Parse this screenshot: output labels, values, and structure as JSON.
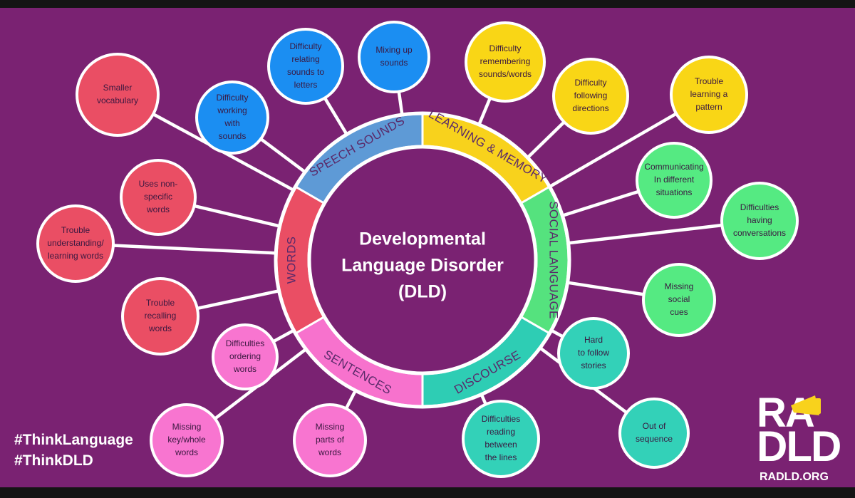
{
  "center_title": [
    "Developmental",
    "Language Disorder",
    "(DLD)"
  ],
  "segments": [
    {
      "label": "SPEECH SOUNDS",
      "color": "#5e9ad6"
    },
    {
      "label": "LEARNING & MEMORY",
      "color": "#f8d21c"
    },
    {
      "label": "SOCIAL LANGUAGE",
      "color": "#55e27e"
    },
    {
      "label": "DISCOURSE",
      "color": "#2ecdb4"
    },
    {
      "label": "SENTENCES",
      "color": "#f772cd"
    },
    {
      "label": "WORDS",
      "color": "#ea4e64"
    }
  ],
  "leaves": [
    {
      "label": "Difficulty relating sounds to letters",
      "lines": [
        "Difficulty",
        "relating",
        "sounds to",
        "letters"
      ],
      "group": "speech-sounds",
      "color": "#1b8ef2"
    },
    {
      "label": "Mixing up sounds",
      "lines": [
        "Mixing up",
        "sounds"
      ],
      "group": "speech-sounds",
      "color": "#1b8ef2"
    },
    {
      "label": "Difficulty working with sounds",
      "lines": [
        "Difficulty",
        "working",
        "with",
        "sounds"
      ],
      "group": "speech-sounds",
      "color": "#1b8ef2"
    },
    {
      "label": "Difficulty remembering sounds/words",
      "lines": [
        "Difficulty",
        "remembering",
        "sounds/words"
      ],
      "group": "learning-memory",
      "color": "#f9d616"
    },
    {
      "label": "Difficulty following directions",
      "lines": [
        "Difficulty",
        "following",
        "directions"
      ],
      "group": "learning-memory",
      "color": "#f9d616"
    },
    {
      "label": "Trouble learning a pattern",
      "lines": [
        "Trouble",
        "learning a",
        "pattern"
      ],
      "group": "learning-memory",
      "color": "#f9d616"
    },
    {
      "label": "Communicating In different situations",
      "lines": [
        "Communicating",
        "In different",
        "situations"
      ],
      "group": "social-language",
      "color": "#55ea82"
    },
    {
      "label": "Difficulties having conversations",
      "lines": [
        "Difficulties",
        "having",
        "conversations"
      ],
      "group": "social-language",
      "color": "#55ea82"
    },
    {
      "label": "Missing social cues",
      "lines": [
        "Missing",
        "social",
        "cues"
      ],
      "group": "social-language",
      "color": "#55ea82"
    },
    {
      "label": "Hard to follow stories",
      "lines": [
        "Hard",
        "to follow",
        "stories"
      ],
      "group": "discourse",
      "color": "#33d1b8"
    },
    {
      "label": "Difficulties reading between the lines",
      "lines": [
        "Difficulties",
        "reading",
        "between",
        "the lines"
      ],
      "group": "discourse",
      "color": "#33d1b8"
    },
    {
      "label": "Out of sequence",
      "lines": [
        "Out of",
        "sequence"
      ],
      "group": "discourse",
      "color": "#33d1b8"
    },
    {
      "label": "Difficulties ordering words",
      "lines": [
        "Difficulties",
        "ordering",
        "words"
      ],
      "group": "sentences",
      "color": "#f875d0"
    },
    {
      "label": "Missing key/whole words",
      "lines": [
        "Missing",
        "key/whole",
        "words"
      ],
      "group": "sentences",
      "color": "#f875d0"
    },
    {
      "label": "Missing parts of words",
      "lines": [
        "Missing",
        "parts of",
        "words"
      ],
      "group": "sentences",
      "color": "#f875d0"
    },
    {
      "label": "Smaller vocabulary",
      "lines": [
        "Smaller",
        "vocabulary"
      ],
      "group": "words",
      "color": "#ea4e64"
    },
    {
      "label": "Uses non-specific words",
      "lines": [
        "Uses non-",
        "specific",
        "words"
      ],
      "group": "words",
      "color": "#ea4e64"
    },
    {
      "label": "Trouble understanding/learning words",
      "lines": [
        "Trouble",
        "understanding/",
        "learning words"
      ],
      "group": "words",
      "color": "#ea4e64"
    },
    {
      "label": "Trouble recalling words",
      "lines": [
        "Trouble",
        "recalling",
        "words"
      ],
      "group": "words",
      "color": "#ea4e64"
    }
  ],
  "hashtags": [
    "#ThinkLanguage",
    "#ThinkDLD"
  ],
  "logo": {
    "line1": "RA",
    "line2": "DLD",
    "url": "RADLD.ORG",
    "accent_color": "#f8d21c"
  },
  "colors": {
    "background": "#7a2272",
    "connector": "#ffffff",
    "leaf_text": "#3a1840"
  }
}
